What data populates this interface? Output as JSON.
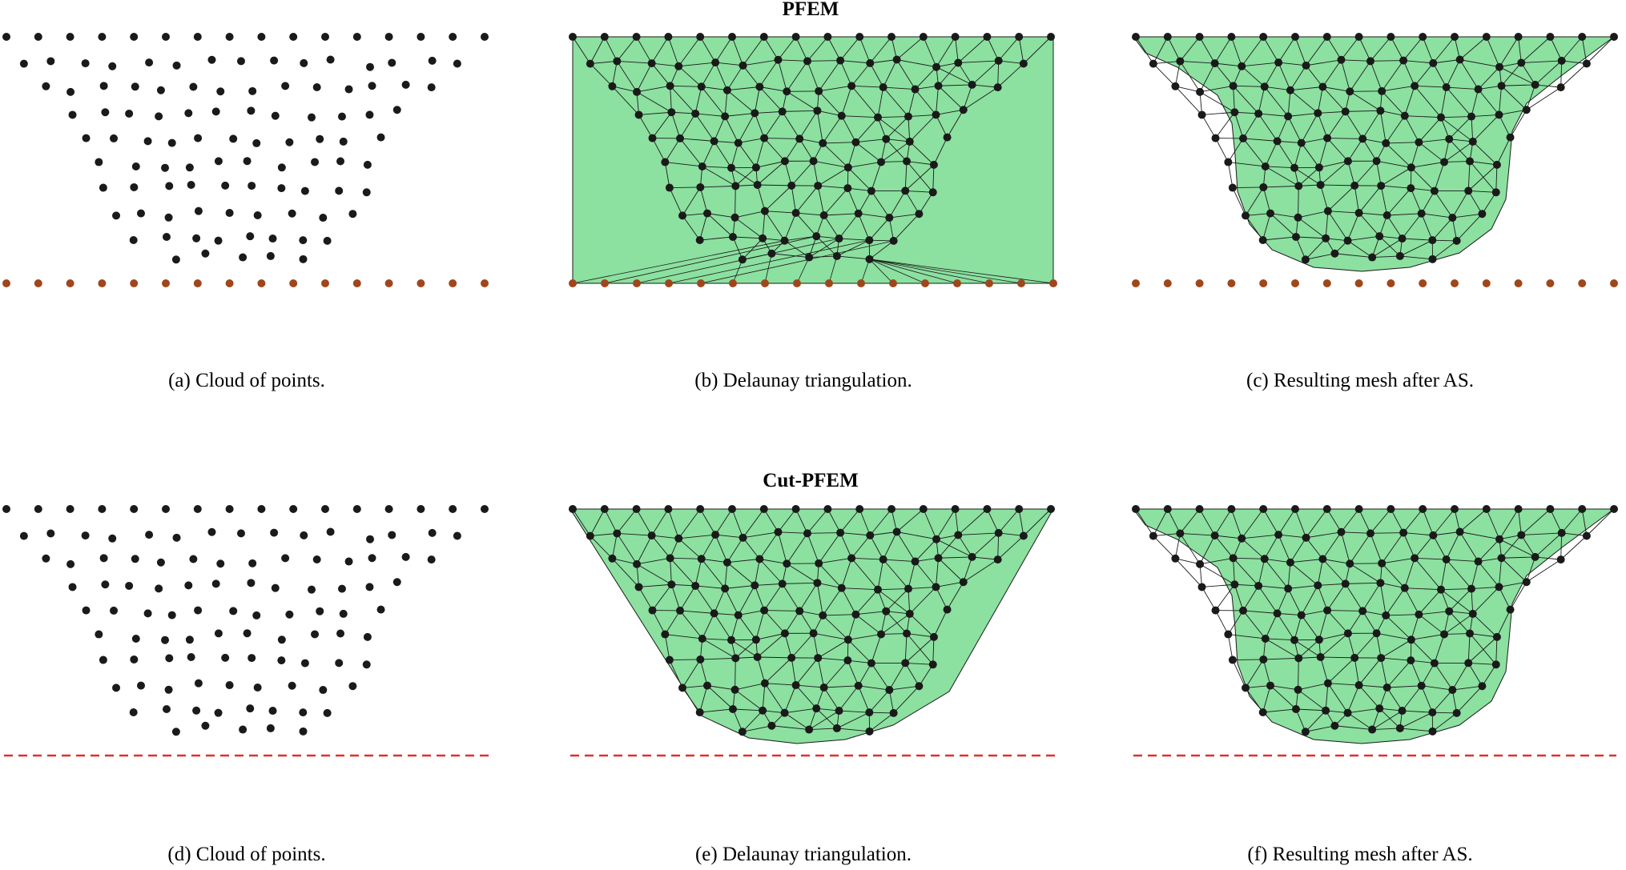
{
  "figure": {
    "row_titles": {
      "top": "PFEM",
      "bottom": "Cut-PFEM"
    },
    "captions": [
      "(a) Cloud of points.",
      "(b) Delaunay triangulation.",
      "(c) Resulting mesh after AS.",
      "(d) Cloud of points.",
      "(e) Delaunay triangulation.",
      "(f) Resulting mesh after AS."
    ],
    "colors": {
      "mesh_fill": "#8ce0a0",
      "mesh_edge": "#1a1a1a",
      "fluid_node": "#1a1a1a",
      "wall_node": "#a0461a",
      "cut_wall_line": "#e0302a"
    }
  }
}
